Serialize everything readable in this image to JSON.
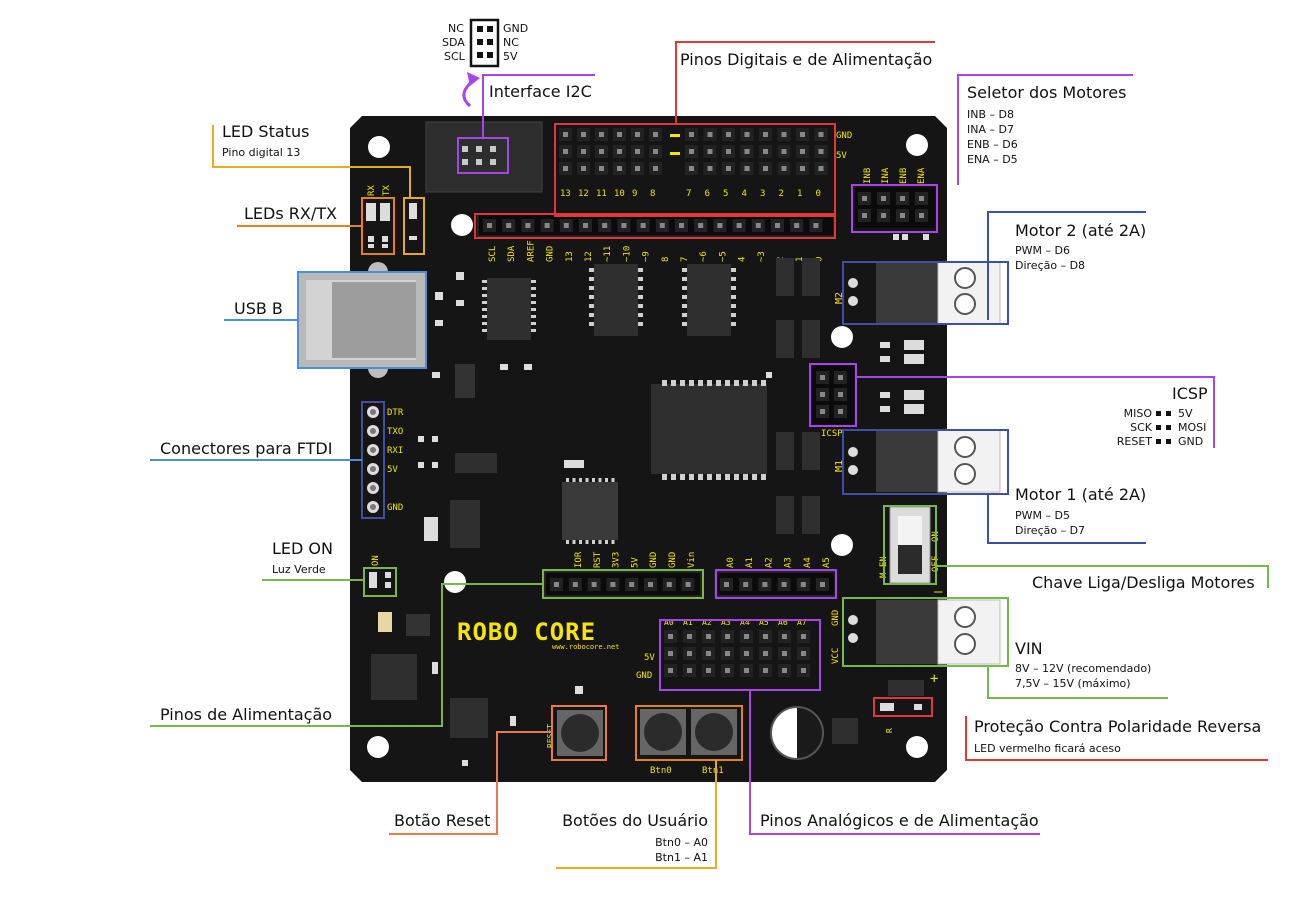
{
  "colors": {
    "board": "#151515",
    "silk": "#f5e500",
    "red": "#e03838",
    "purple": "#a845e6",
    "orange": "#e6821e",
    "blue": "#4a8fdc",
    "navy": "#3f4fa8",
    "green": "#76b84a",
    "gold": "#e6ac1e",
    "salmon": "#ea7a4a"
  },
  "i2c": {
    "pins_left": [
      "NC",
      "SDA",
      "SCL"
    ],
    "pins_right": [
      "GND",
      "NC",
      "5V"
    ],
    "title": "Interface I2C"
  },
  "callouts": {
    "digital": {
      "title": "Pinos Digitais e de Alimentação"
    },
    "motor_selector": {
      "title": "Seletor dos Motores",
      "lines": [
        "INB  – D8",
        "INA  – D7",
        "ENB  – D6",
        "ENA  – D5"
      ]
    },
    "led_status": {
      "title": "LED Status",
      "sub": "Pino digital 13"
    },
    "leds_rxtx": {
      "title": "LEDs RX/TX"
    },
    "usb": {
      "title": "USB B"
    },
    "motor2": {
      "title": "Motor 2 (até 2A)",
      "lines": [
        "PWM      – D6",
        "Direção – D8"
      ]
    },
    "ftdi": {
      "title": "Conectores para FTDI"
    },
    "icsp": {
      "title": "ICSP",
      "left": [
        "MISO",
        "SCK",
        "RESET"
      ],
      "right": [
        "5V",
        "MOSI",
        "GND"
      ]
    },
    "motor1": {
      "title": "Motor 1 (até 2A)",
      "lines": [
        "PWM      – D5",
        "Direção – D7"
      ]
    },
    "led_on": {
      "title": "LED ON",
      "sub": "Luz Verde"
    },
    "motor_switch": {
      "title": "Chave Liga/Desliga Motores"
    },
    "vin": {
      "title": "VIN",
      "lines": [
        "8V     – 12V (recomendado)",
        "7,5V – 15V (máximo)"
      ]
    },
    "power_pins": {
      "title": "Pinos de Alimentação"
    },
    "reverse": {
      "title": "Proteção Contra Polaridade Reversa",
      "sub": "LED vermelho ficará aceso"
    },
    "reset": {
      "title": "Botão Reset"
    },
    "user_buttons": {
      "title": "Botões do Usuário",
      "lines": [
        "Btn0 – A0",
        "Btn1 – A1"
      ]
    },
    "analog": {
      "title": "Pinos Analógicos e de Alimentação"
    }
  },
  "board": {
    "digital_top_left": [
      "13",
      "12",
      "11",
      "10",
      "9",
      "8"
    ],
    "digital_top_right": [
      "7",
      "6",
      "5",
      "4",
      "3",
      "2",
      "1",
      "0"
    ],
    "header_gnd": "GND",
    "header_5v": "5V",
    "bottom_header": [
      "SCL",
      "SDA",
      "AREF",
      "GND",
      "13",
      "12",
      "~11",
      "~10",
      "~9",
      "8",
      "7",
      "~6",
      "~5",
      "4",
      "~3",
      "2",
      "1",
      "0"
    ],
    "selector_labels": [
      "INB",
      "INA",
      "ENB",
      "ENA"
    ],
    "rx": "RX",
    "tx": "TX",
    "ftdi_labels": [
      "DTR",
      "TXO",
      "RXI",
      "5V",
      "",
      "GND"
    ],
    "on": "ON",
    "power_header": [
      "IOR",
      "RST",
      "3V3",
      "5V",
      "GND",
      "GND",
      "Vin"
    ],
    "analog_header": [
      "A0",
      "A1",
      "A2",
      "A3",
      "A4",
      "A5"
    ],
    "analog_grid": [
      "A0",
      "A1",
      "A2",
      "A3",
      "A4",
      "A5",
      "A6",
      "A7"
    ],
    "grid_5v": "5V",
    "grid_gnd": "GND",
    "logo": "ROBO CORE",
    "url": "www.robocore.net",
    "reset_label": "RESET",
    "btn0": "Btn0",
    "btn1": "Btn1",
    "m2": "M2",
    "m1": "M1",
    "icsp_label": "ICSP",
    "vcc": "VCC",
    "gnd": "GND",
    "m_en": "M EN",
    "switch_on": "ON",
    "switch_off": "OFF",
    "minus": "–",
    "plus": "+",
    "r": "R"
  }
}
